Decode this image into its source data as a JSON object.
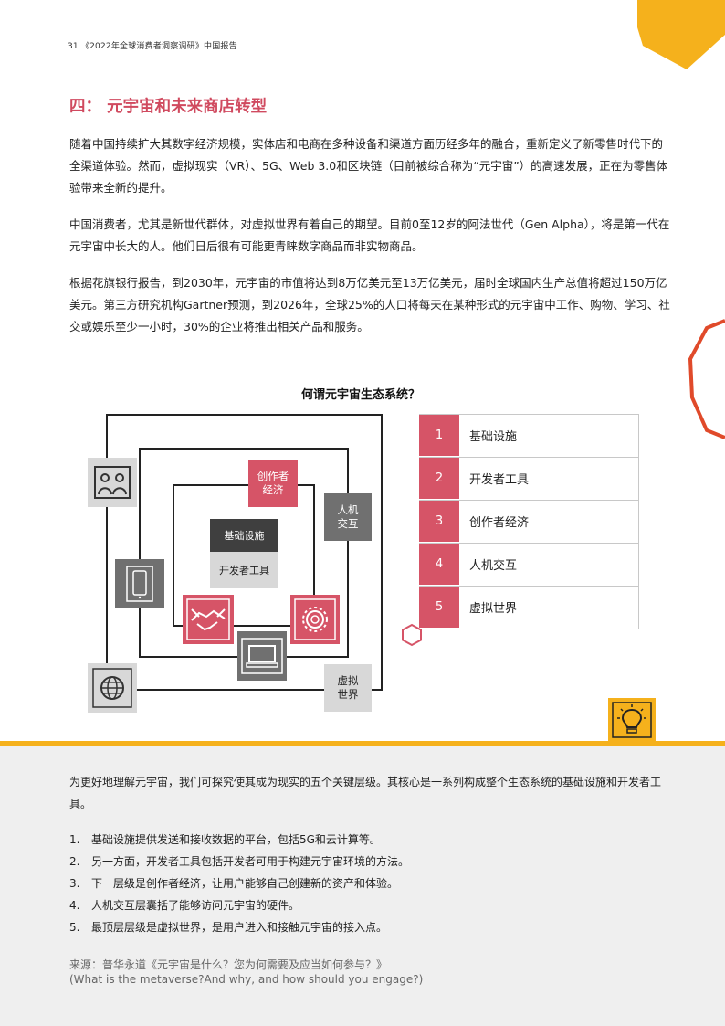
{
  "header": {
    "page_label": "31  《2022年全球消费者洞察调研》中国报告"
  },
  "section": {
    "title": "四： 元宇宙和未来商店转型"
  },
  "paragraphs": {
    "p1": "随着中国持续扩大其数字经济规模，实体店和电商在多种设备和渠道方面历经多年的融合，重新定义了新零售时代下的全渠道体验。然而，虚拟现实（VR）、5G、Web 3.0和区块链（目前被综合称为“元宇宙”）的高速发展，正在为零售体验带来全新的提升。",
    "p2": "中国消费者，尤其是新世代群体，对虚拟世界有着自己的期望。目前0至12岁的阿法世代（Gen Alpha），将是第一代在元宇宙中长大的人。他们日后很有可能更青睐数字商品而非实物商品。",
    "p3": "根据花旗银行报告，到2030年，元宇宙的市值将达到8万亿美元至13万亿美元，届时全球国内生产总值将超过150万亿美元。第三方研究机构Gartner预测，到2026年，全球25%的人口将每天在某种形式的元宇宙中工作、购物、学习、社交或娱乐至少一小时，30%的企业将推出相关产品和服务。"
  },
  "diagram": {
    "title": "何谓元宇宙生态系统？",
    "labels": {
      "creator_economy": "创作者\n经济",
      "hci": "人机\n交互",
      "infrastructure": "基础设施",
      "developer_tools": "开发者工具",
      "virtual_world": "虚拟\n世界"
    },
    "legend": [
      {
        "num": "1",
        "label": "基础设施"
      },
      {
        "num": "2",
        "label": "开发者工具"
      },
      {
        "num": "3",
        "label": "创作者经济"
      },
      {
        "num": "4",
        "label": "人机交互"
      },
      {
        "num": "5",
        "label": "虚拟世界"
      }
    ]
  },
  "bottom": {
    "intro": "为更好地理解元宇宙，我们可探究使其成为现实的五个关键层级。其核心是一系列构成整个生态系统的基础设施和开发者工具。",
    "list": [
      {
        "num": "1.",
        "text": "基础设施提供发送和接收数据的平台，包括5G和云计算等。"
      },
      {
        "num": "2.",
        "text": "另一方面，开发者工具包括开发者可用于构建元宇宙环境的方法。"
      },
      {
        "num": "3.",
        "text": "下一层级是创作者经济，让用户能够自己创建新的资产和体验。"
      },
      {
        "num": "4.",
        "text": "人机交互层囊括了能够访问元宇宙的硬件。"
      },
      {
        "num": "5.",
        "text": "最顶层层级是虚拟世界，是用户进入和接触元宇宙的接入点。"
      }
    ],
    "source_cn": "来源：普华永道《元宇宙是什么？您为何需要及应当如何参与？》",
    "source_en": "(What is the metaverse?And why, and how should you engage?)"
  },
  "colors": {
    "accent_pink": "#d65467",
    "title_pink": "#d04a5f",
    "yellow": "#f5b11c",
    "orange": "#e8a317",
    "red": "#e04a2a"
  }
}
